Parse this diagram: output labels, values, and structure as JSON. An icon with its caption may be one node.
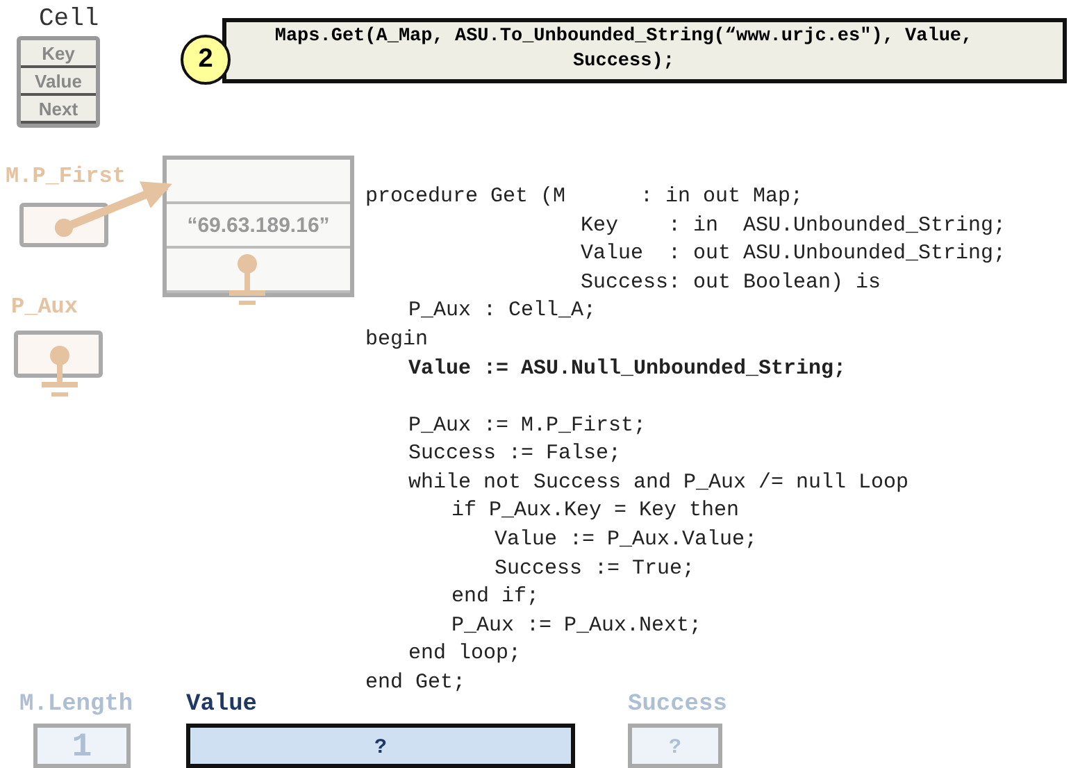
{
  "diagram": {
    "nodes": [
      {
        "text": [
          "Cell"
        ]
      },
      {
        "text": [
          "Key"
        ],
        "in": 0
      },
      {
        "text": [
          "Value"
        ],
        "in": 0
      },
      {
        "text": [
          "Next"
        ],
        "in": 0
      },
      {
        "text": [
          "2"
        ]
      },
      {
        "text": [
          "Maps.Get(A_Map, ASU.To_Unbounded_String(“www.urjc.es\"), Value, Success);"
        ]
      },
      {
        "text": [
          "M.P_First"
        ]
      },
      {
        "text": [],
        "shape": "box"
      },
      {
        "text": [],
        "shape": "box",
        "in": 7
      },
      {
        "text": [
          "“69.63.189.16”"
        ],
        "in": 7
      },
      {
        "text": [],
        "shape": "box",
        "in": 7
      },
      {
        "text": [
          "P_Aux"
        ]
      },
      {
        "text": [
          "M.Length",
          "1"
        ]
      },
      {
        "text": [
          "Value",
          "?"
        ]
      },
      {
        "text": [
          "Success",
          "?"
        ]
      }
    ],
    "edges": [
      {
        "from": 6,
        "to": 7,
        "arrow": "to"
      }
    ],
    "labels": [
      "procedure Get (M      : in out Map;",
      "Key    : in  ASU.Unbounded_String;",
      "Value  : out ASU.Unbounded_String;",
      "Success: out Boolean) is",
      "P_Aux : Cell_A;",
      "begin",
      "Value := ASU.Null_Unbounded_String;",
      "P_Aux := M.P_First;",
      "Success := False;",
      "while not Success and P_Aux /= null Loop",
      "if P_Aux.Key = Key then",
      "Value := P_Aux.Value;",
      "Success := True;",
      "end if;",
      "P_Aux := P_Aux.Next;",
      "end loop;",
      "end Get;"
    ]
  }
}
